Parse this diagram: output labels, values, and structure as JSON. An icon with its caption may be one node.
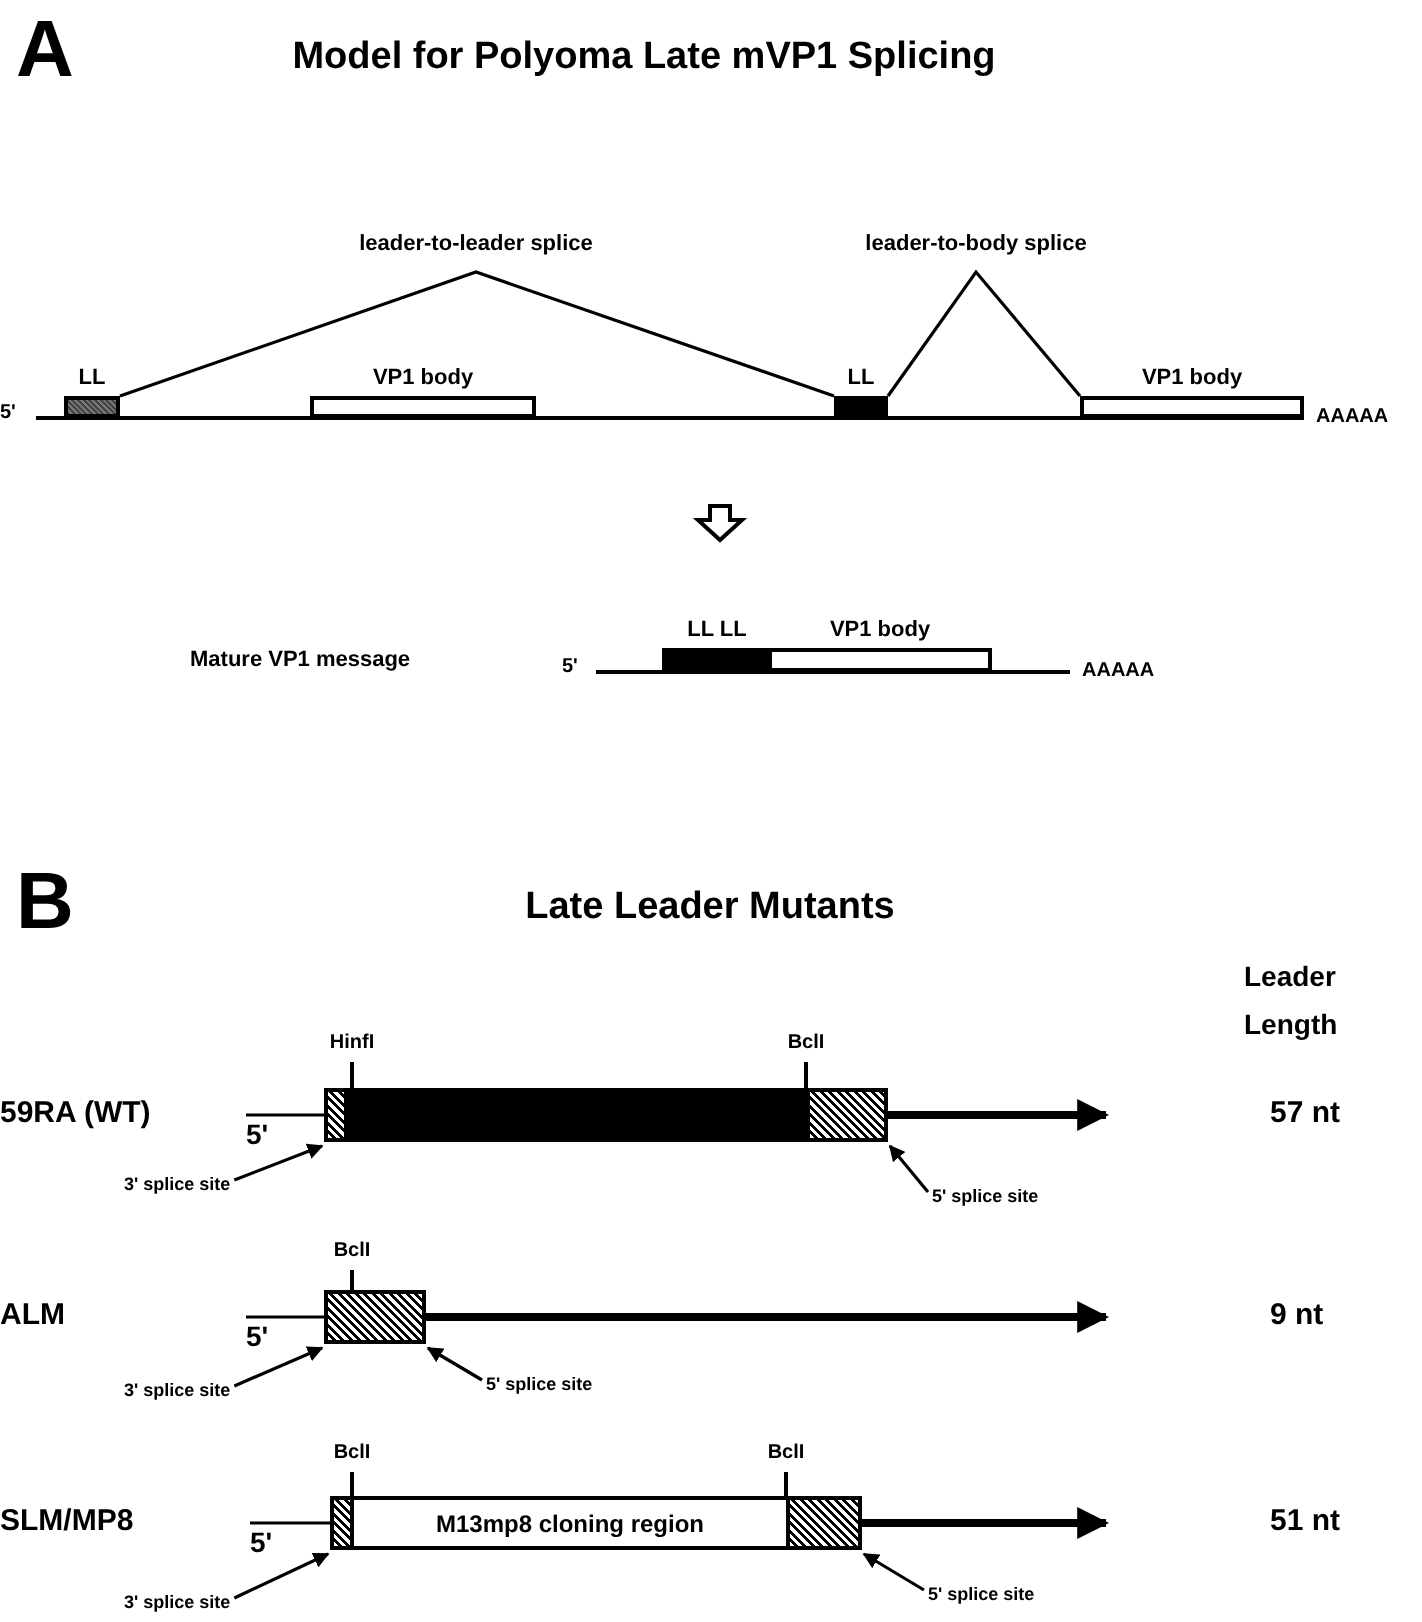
{
  "diagram": {
    "nodes": [
      {
        "text": [
          "LL"
        ]
      },
      {
        "text": [
          "VP1 body"
        ]
      },
      {
        "text": [
          "LL"
        ]
      },
      {
        "text": [
          "VP1 body"
        ]
      },
      {
        "text": [
          "LL LL"
        ]
      },
      {
        "text": [
          "VP1 body"
        ]
      },
      {
        "text": [],
        "shape": "box",
        "beside": [
          "HinfI",
          "5'"
        ]
      },
      {
        "text": [],
        "shape": "box"
      },
      {
        "text": [],
        "shape": "box",
        "beside": [
          "BclI"
        ]
      },
      {
        "text": [
          "3' splice site"
        ]
      },
      {
        "text": [
          "5' splice site"
        ]
      },
      {
        "text": [],
        "shape": "box",
        "beside": [
          "BclI",
          "5'"
        ]
      },
      {
        "text": [
          "3' splice site"
        ]
      },
      {
        "text": [
          "5' splice site"
        ]
      },
      {
        "text": [],
        "shape": "box",
        "beside": [
          "BclI",
          "5'"
        ]
      },
      {
        "text": [
          "M13mp8 cloning region"
        ]
      },
      {
        "text": [],
        "shape": "box",
        "beside": [
          "BclI"
        ]
      },
      {
        "text": [
          "3' splice site"
        ]
      },
      {
        "text": [
          "5' splice site"
        ]
      }
    ],
    "edges": [
      {
        "from": 0,
        "to": 2,
        "arrow": "none",
        "label": "leader-to-leader splice"
      },
      {
        "from": 2,
        "to": 3,
        "arrow": "none",
        "label": "leader-to-body splice"
      },
      {
        "from": 9,
        "to": 6,
        "arrow": "to"
      },
      {
        "from": 10,
        "to": 8,
        "arrow": "to"
      },
      {
        "from": 12,
        "to": 11,
        "arrow": "to"
      },
      {
        "from": 13,
        "to": 11,
        "arrow": "to"
      },
      {
        "from": 17,
        "to": 14,
        "arrow": "to"
      },
      {
        "from": 18,
        "to": 16,
        "arrow": "to"
      },
      {
        "from": null,
        "to": 6,
        "arrow": "none"
      },
      {
        "from": 8,
        "to": null,
        "arrow": "to",
        "style": "thick"
      },
      {
        "from": null,
        "to": 11,
        "arrow": "none"
      },
      {
        "from": 11,
        "to": null,
        "arrow": "to",
        "style": "thick"
      },
      {
        "from": null,
        "to": 14,
        "arrow": "none"
      },
      {
        "from": 16,
        "to": null,
        "arrow": "to",
        "style": "thick"
      }
    ],
    "labels": [
      "A",
      "Model for Polyoma Late mVP1 Splicing",
      "5'",
      "AAAAA",
      "Mature VP1 message",
      "5'",
      "AAAAA",
      "B",
      "Late Leader Mutants",
      "Leader Length",
      "59RA (WT)",
      "57 nt",
      "ALM",
      "9 nt",
      "SLM/MP8",
      "51 nt"
    ]
  }
}
